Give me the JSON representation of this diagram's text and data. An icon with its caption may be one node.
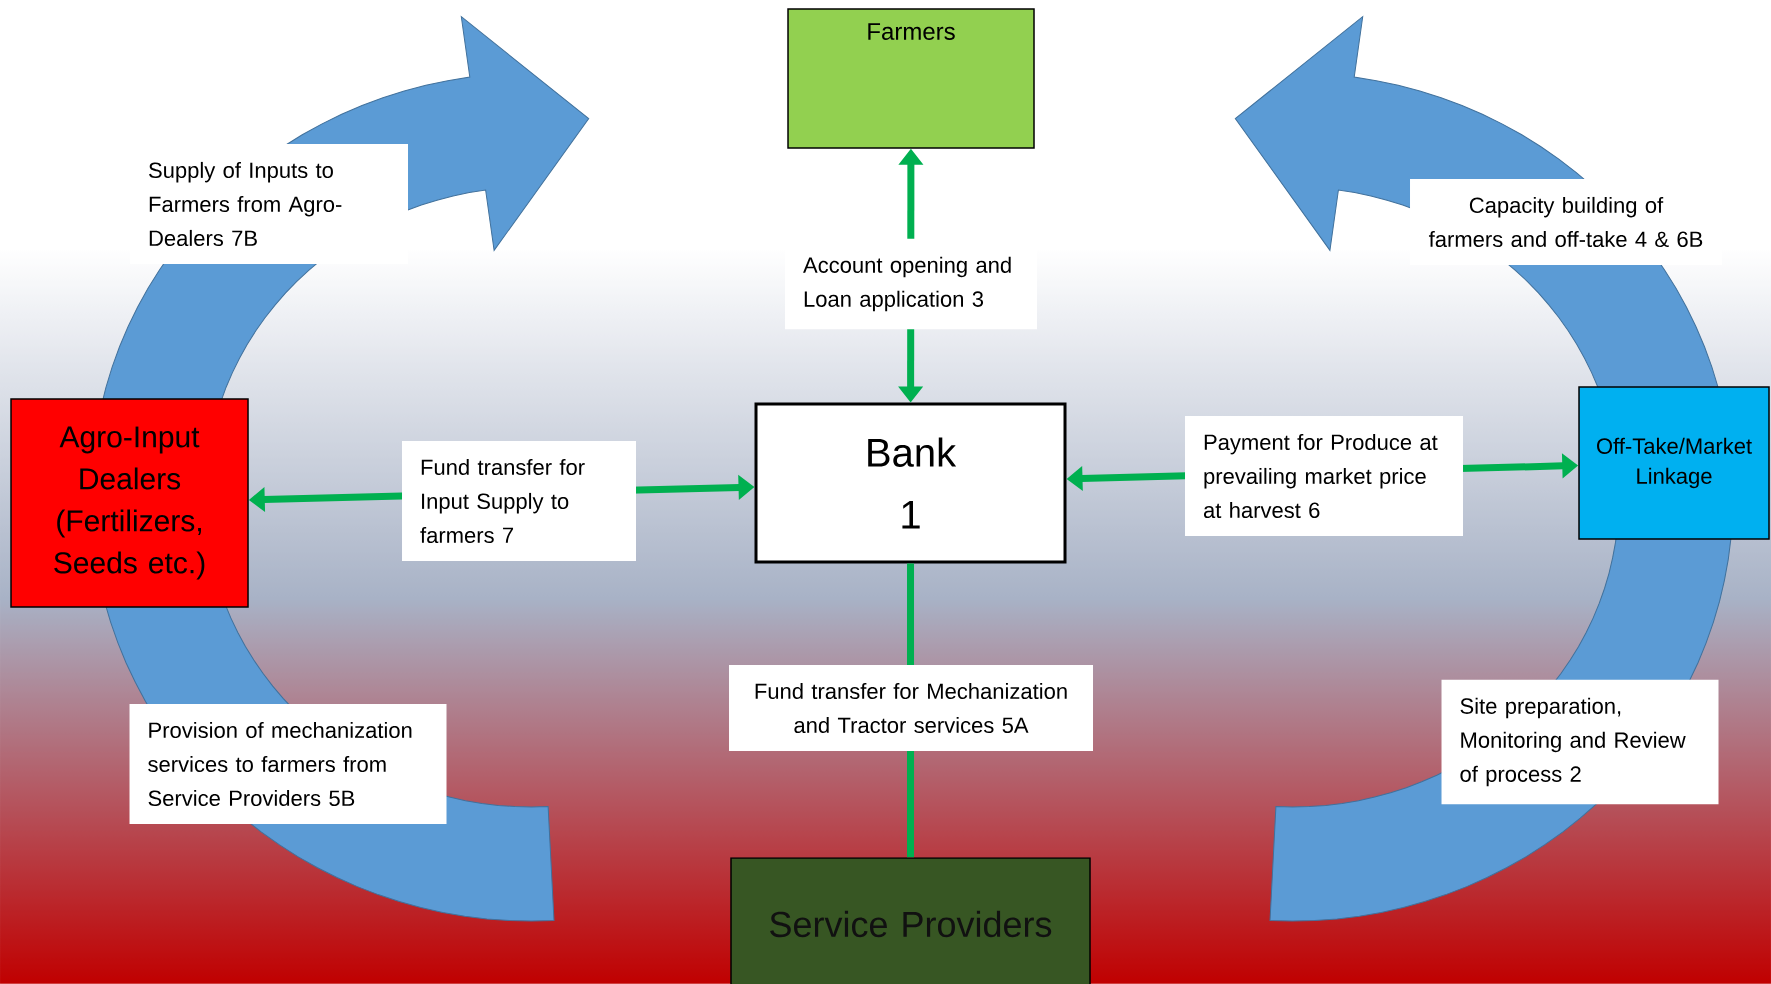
{
  "diagram": {
    "nodes": [
      {
        "text": [
          "Farmers"
        ]
      },
      {
        "text": [
          "Bank",
          "1"
        ]
      },
      {
        "text": [
          "Agro-Input Dealers (Fertilizers, Seeds etc.)"
        ]
      },
      {
        "text": [
          "Off-Take/Market Linkage"
        ]
      },
      {
        "text": [
          "Service Providers"
        ]
      }
    ],
    "edges": [
      {
        "from": 1,
        "to": 0,
        "arrow": "both",
        "label": "Account opening and Loan application 3"
      },
      {
        "from": 1,
        "to": 2,
        "arrow": "both",
        "label": "Fund transfer for Input Supply to farmers 7"
      },
      {
        "from": 1,
        "to": 3,
        "arrow": "both",
        "label": "Payment for Produce at prevailing market price at harvest 6"
      },
      {
        "from": 1,
        "to": 4,
        "arrow": "none",
        "label": "Fund transfer for Mechanization and Tractor services 5A"
      }
    ],
    "labels": [
      "Supply of Inputs to Farmers from Agro-Dealers 7B",
      "Capacity building of farmers and off-take 4 & 6B",
      "Provision of mechanization services to farmers from Service Providers 5B",
      "Site preparation, Monitoring and Review of process 2"
    ]
  }
}
